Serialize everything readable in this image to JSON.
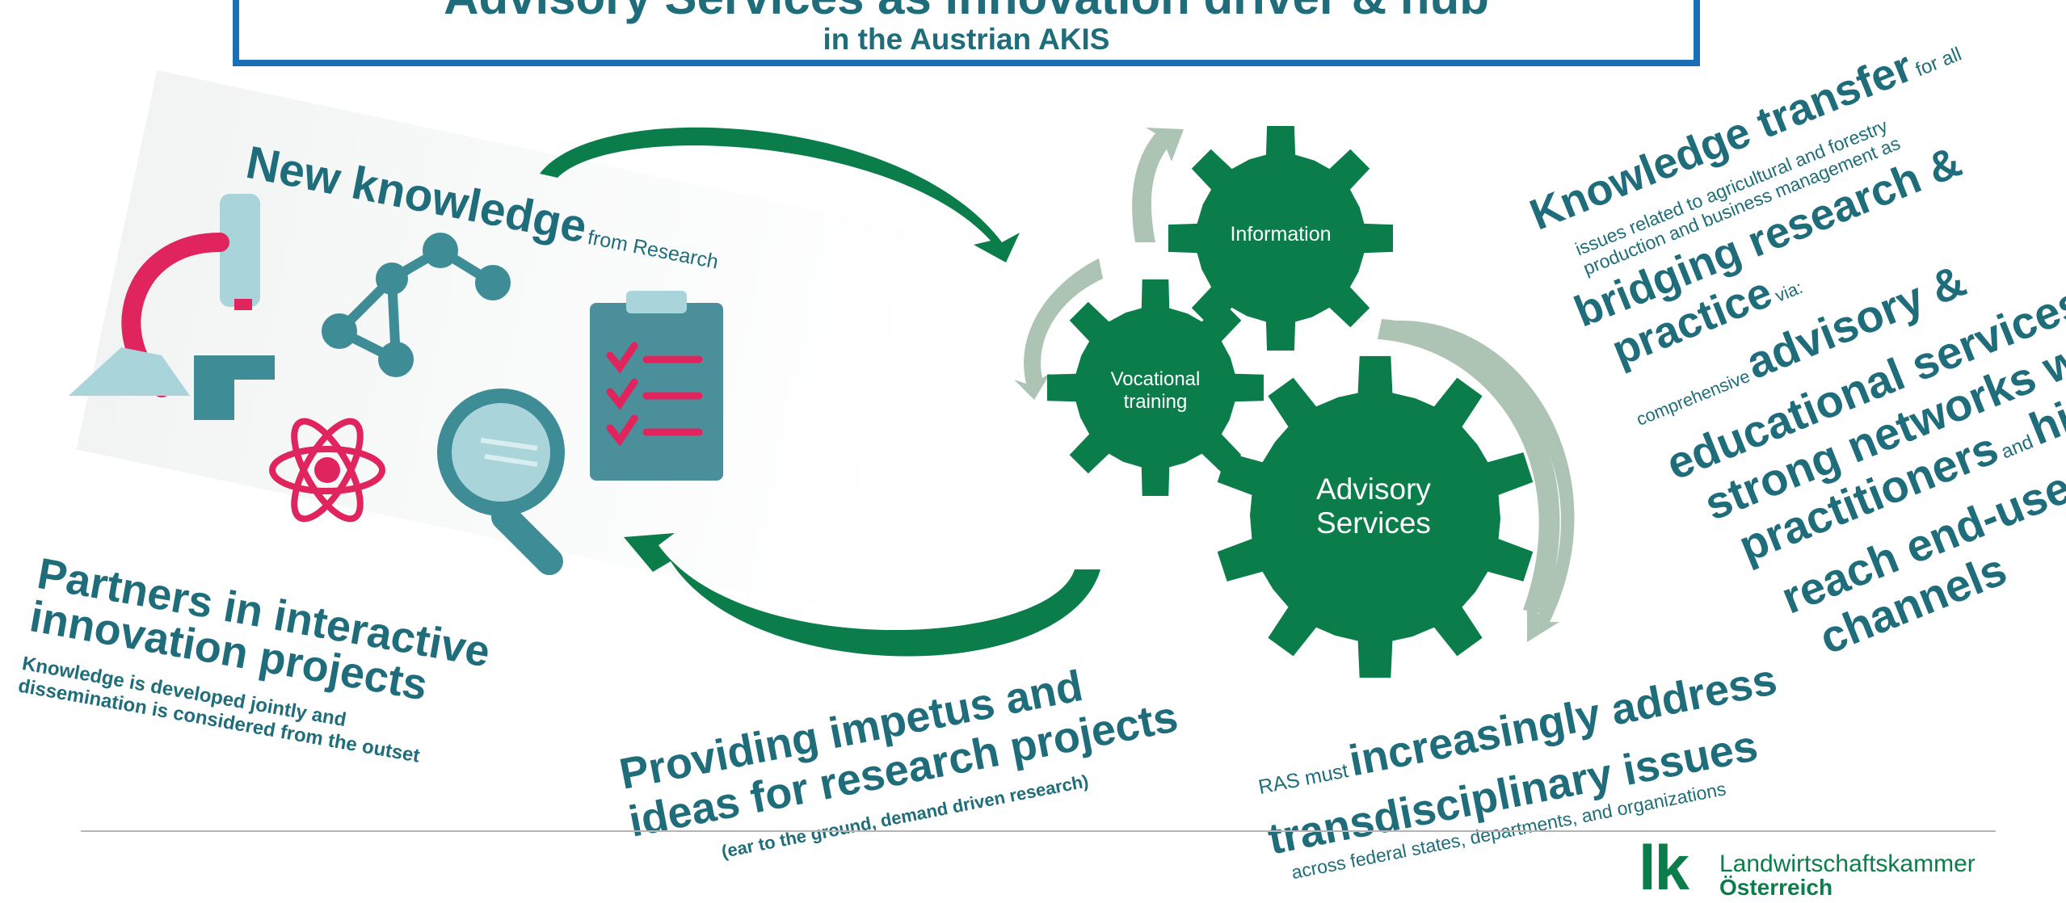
{
  "title": {
    "main": "Advisory Services as innovation driver & hub",
    "sub": "in the Austrian AKIS"
  },
  "new_knowledge": {
    "heading": "New knowledge",
    "suffix": "from Research"
  },
  "partners": {
    "heading_line1": "Partners in interactive",
    "heading_line2": "innovation projects",
    "text_line1": "Knowledge is developed jointly and",
    "text_line2": "dissemination is considered from the outset"
  },
  "impetus": {
    "line1": "Providing impetus and",
    "line2": "ideas for research projects",
    "line2_suffix": "(ear to the ground, demand driven research)",
    "line3": "(ear to the ground, demand driven research)"
  },
  "gears": {
    "information": "Information",
    "vocational_line1": "Vocational",
    "vocational_line2": "training",
    "advisory_line1": "Advisory",
    "advisory_line2": "Services"
  },
  "right_text": {
    "kt_heading": "Knowledge transfer",
    "kt_suffix": "for all",
    "kt_line2": "issues related to agricultural and forestry",
    "kt_line3": "production and business management as",
    "bridging1": "bridging research &",
    "bridging2": "practice",
    "via": "via:",
    "comprehensive": "comprehensive",
    "advisory_amp": "advisory &",
    "educational": "educational services,",
    "strong": "strong networks with",
    "practitioners": "practitioners",
    "and": "and",
    "high": "high-",
    "reach": "reach end-user",
    "channels": "channels"
  },
  "ras": {
    "prefix": "RAS must",
    "line1": "increasingly address",
    "line2": "transdisciplinary issues",
    "line3": "across federal states, departments, and organizations"
  },
  "logo": {
    "mark": "lk",
    "line1": "Landwirtschaftskammer",
    "line2": "Österreich"
  },
  "colors": {
    "teal_text": "#1f6d7a",
    "dark_green": "#0b7d4a",
    "gear_green": "#0b7d4a",
    "light_arrow": "#adc4b5",
    "title_border": "#1a6fb5",
    "icon_pink": "#e0245e",
    "icon_teal": "#3e8c96",
    "icon_light": "#a9d5da"
  }
}
